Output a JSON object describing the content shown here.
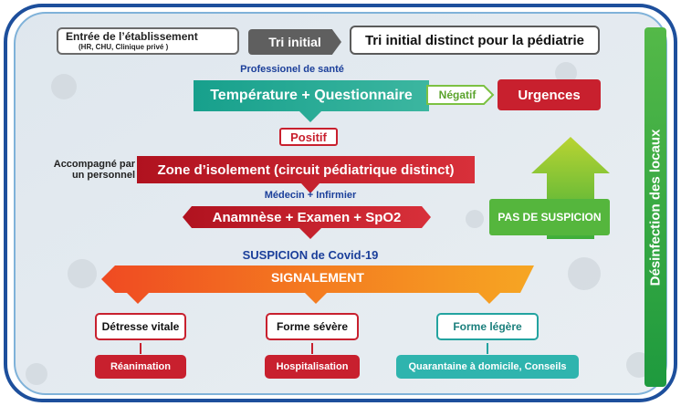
{
  "entry": {
    "title": "Entrée de l’établissement",
    "subtitle": "(HR, CHU, Clinique privé )"
  },
  "tri_initial": "Tri initial",
  "tri_pediatrie": "Tri initial distinct pour la pédiatrie",
  "professionnel": "Professionel de santé",
  "temperature": "Température + Questionnaire",
  "negatif": "Négatif",
  "urgences": "Urgences",
  "positif": "Positif",
  "accompagne": [
    "Accompagné par",
    "un personnel"
  ],
  "zone": "Zone d’isolement (circuit pédiatrique distinct)",
  "medecin": "Médecin + Infirmier",
  "anamnese": "Anamnèse + Examen + SpO2",
  "pas_suspicion": "PAS DE SUSPICION",
  "suspicion": "SUSPICION de Covid-19",
  "signalement": "SIGNALEMENT",
  "branches": [
    {
      "label": "Détresse vitale",
      "outcome": "Réanimation",
      "color": "#c8202e"
    },
    {
      "label": "Forme sévère",
      "outcome": "Hospitalisation",
      "color": "#c8202e"
    },
    {
      "label": "Forme légère",
      "outcome": "Quarantaine à domicile, Conseils",
      "color": "#23a3a0"
    }
  ],
  "side_label": "Désinfection des locaux",
  "colors": {
    "teal": "#1f9d8f",
    "red": "#c8202e",
    "green": "#4fb233",
    "orange": "#f07a1f",
    "blue_text": "#1b3f9a",
    "frame_blue": "#1d4f9c"
  }
}
